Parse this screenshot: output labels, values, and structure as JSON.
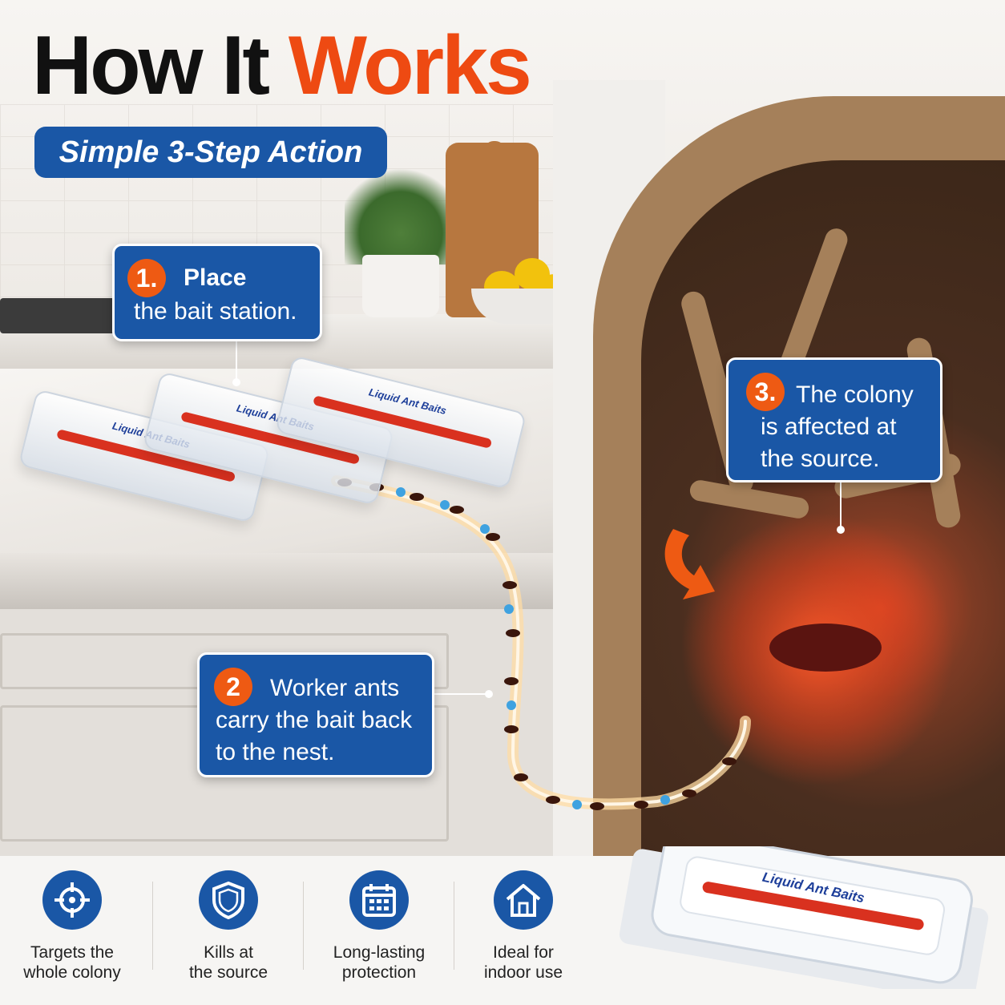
{
  "headline": {
    "part1": "How It",
    "part2": "Works"
  },
  "subtitle": "Simple 3-Step Action",
  "steps": [
    {
      "number": "1.",
      "title": "Place",
      "text": "the bait station."
    },
    {
      "number": "2",
      "line1": "Worker ants",
      "line2": "carry the bait back",
      "line3": "to the nest."
    },
    {
      "number": "3.",
      "line1": "The colony",
      "line2": "is affected at",
      "line3": "the source."
    }
  ],
  "product": {
    "label": "Liquid Ant Baits"
  },
  "features": [
    {
      "icon": "crosshair-icon",
      "line1": "Targets the",
      "line2": "whole colony"
    },
    {
      "icon": "shield-icon",
      "line1": "Kills at",
      "line2": "the source"
    },
    {
      "icon": "calendar-icon",
      "line1": "Long-lasting",
      "line2": "protection"
    },
    {
      "icon": "house-icon",
      "line1": "Ideal for",
      "line2": "indoor use"
    }
  ],
  "colors": {
    "accent_orange": "#ee4a12",
    "brand_blue": "#1a57a6",
    "bait_red": "#d9311f"
  }
}
